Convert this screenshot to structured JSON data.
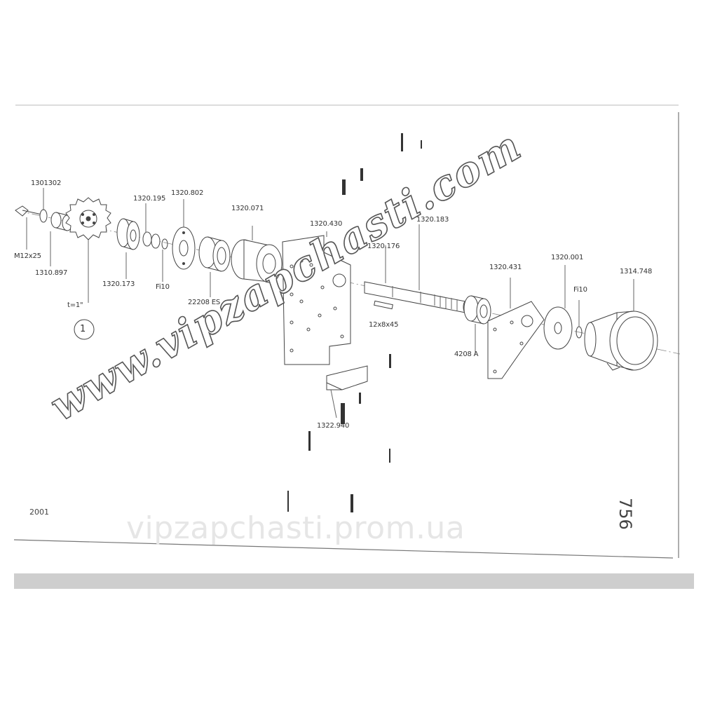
{
  "sheet": {
    "year": "2001",
    "page_number": "756",
    "callout_number": "1"
  },
  "watermarks": {
    "diagonal": "www.vipzapchasti.com",
    "horizontal": "vipzapchasti.prom.ua"
  },
  "labels": {
    "l1301302": "1301302",
    "m12x25": "M12x25",
    "l1310897": "1310.897",
    "t1": "t=1\"",
    "l1320195": "1320.195",
    "l1320802": "1320.802",
    "l1320173": "1320.173",
    "fi10a": "Fi10",
    "b22208": "22208 ES",
    "l1320071": "1320.071",
    "l1320430": "1320.430",
    "l1320176": "1320.176",
    "l1320183": "1320.183",
    "key12x8x45": "12x8x45",
    "l1322940": "1322.940",
    "b4208": "4208 A",
    "l1320431": "1320.431",
    "l1320001": "1320.001",
    "fi10b": "Fi10",
    "l1314748": "1314.748"
  }
}
